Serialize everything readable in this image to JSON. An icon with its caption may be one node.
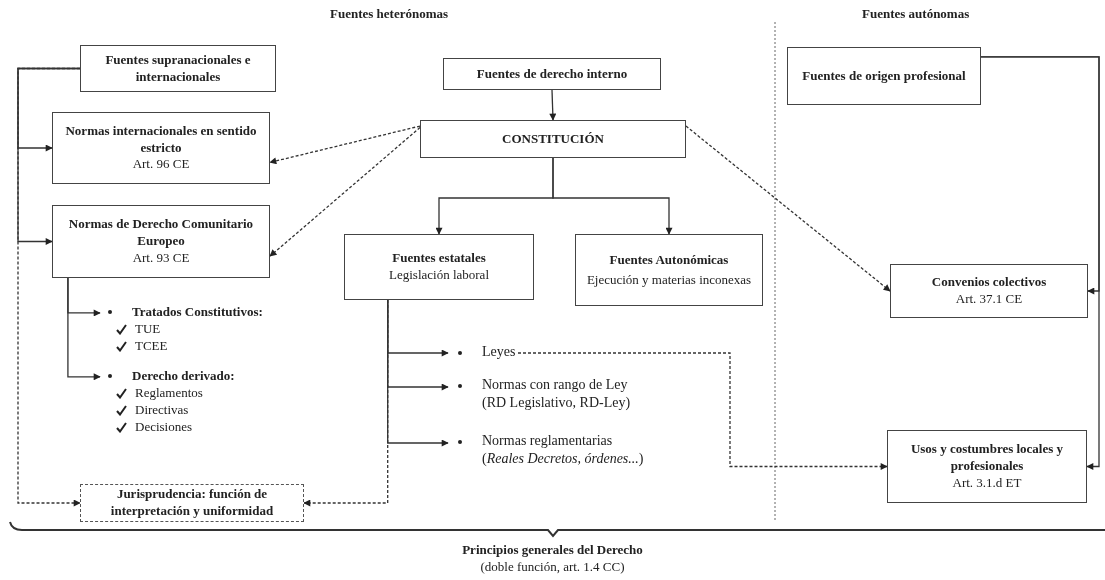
{
  "diagram": {
    "nodes": [
      {
        "text": [
          "Fuentes supranacionales e internacionales"
        ]
      },
      {
        "text": [
          "Fuentes de derecho interno"
        ]
      },
      {
        "text": [
          "Fuentes de origen profesional"
        ]
      },
      {
        "text": [
          "CONSTITUCIÓN"
        ]
      },
      {
        "text": [
          "Normas internacionales en sentido estricto",
          "Art. 96 CE"
        ]
      },
      {
        "text": [
          "Normas de Derecho Comunitario Europeo",
          "Art. 93 CE"
        ]
      },
      {
        "text": [
          "Fuentes estatales",
          "Legislación laboral"
        ]
      },
      {
        "text": [
          "Fuentes Autonómicas",
          "Ejecución y materias inconexas"
        ]
      },
      {
        "text": [
          "Convenios colectivos",
          "Art. 37.1 CE"
        ]
      },
      {
        "text": [
          "Tratados Constitutivos:",
          "TUE",
          "TCEE"
        ]
      },
      {
        "text": [
          "Derecho derivado:",
          "Reglamentos",
          "Directivas",
          "Decisiones"
        ]
      },
      {
        "text": [
          "Leyes"
        ]
      },
      {
        "text": [
          "Normas con rango de Ley",
          "(RD Legislativo, RD-Ley)"
        ]
      },
      {
        "text": [
          "Normas reglamentarias",
          "(*Reales Decretos, órdenes...*)"
        ]
      },
      {
        "text": [
          "Jurisprudencia: función de interpretación y uniformidad"
        ]
      },
      {
        "text": [
          "Usos y costumbres locales y profesionales",
          "Art. 3.1.d ET"
        ]
      },
      {
        "text": [
          "Principios generales del Derecho",
          "(doble función, art. 1.4 CC)"
        ]
      }
    ],
    "edges": [
      {
        "from": 0,
        "to": 4,
        "arrow": "to"
      },
      {
        "from": 0,
        "to": 5,
        "arrow": "to"
      },
      {
        "from": 0,
        "to": 14,
        "arrow": "to",
        "style": "dashed"
      },
      {
        "from": 1,
        "to": 3,
        "arrow": "to"
      },
      {
        "from": 3,
        "to": 4,
        "arrow": "to",
        "style": "dashed"
      },
      {
        "from": 3,
        "to": 5,
        "arrow": "to",
        "style": "dashed"
      },
      {
        "from": 3,
        "to": 6,
        "arrow": "to"
      },
      {
        "from": 3,
        "to": 7,
        "arrow": "to"
      },
      {
        "from": 3,
        "to": 8,
        "arrow": "to",
        "style": "dashed"
      },
      {
        "from": 5,
        "to": 9,
        "arrow": "to"
      },
      {
        "from": 5,
        "to": 10,
        "arrow": "to"
      },
      {
        "from": 6,
        "to": 11,
        "arrow": "to"
      },
      {
        "from": 6,
        "to": 12,
        "arrow": "to"
      },
      {
        "from": 6,
        "to": 13,
        "arrow": "to"
      },
      {
        "from": 6,
        "to": 14,
        "arrow": "to",
        "style": "dashed"
      },
      {
        "from": 11,
        "to": 15,
        "arrow": "to",
        "style": "dashed"
      },
      {
        "from": 2,
        "to": 8,
        "arrow": "to"
      },
      {
        "from": 2,
        "to": 15,
        "arrow": "to"
      }
    ],
    "labels": [
      "Fuentes heterónomas",
      "Fuentes autónomas"
    ]
  }
}
